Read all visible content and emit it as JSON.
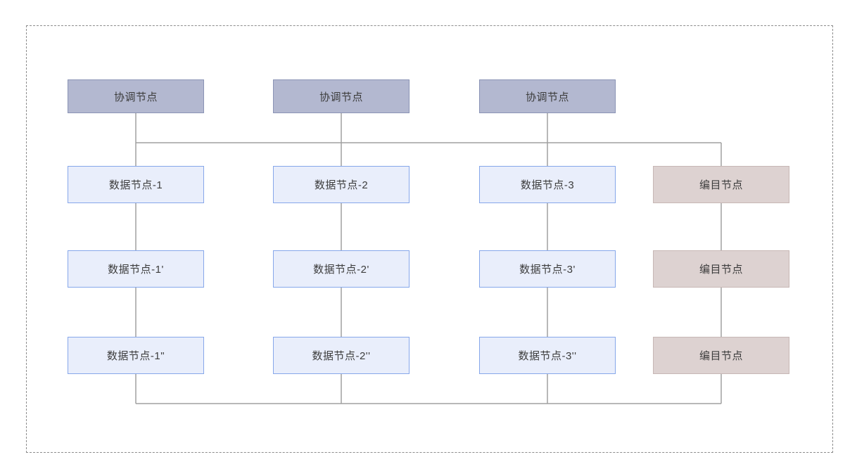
{
  "diagram": {
    "title": "distributed-cluster-topology",
    "nodes": {
      "coordinators": [
        "协调节点",
        "协调节点",
        "协调节点"
      ],
      "data_nodes": [
        [
          "数据节点-1",
          "数据节点-2",
          "数据节点-3"
        ],
        [
          "数据节点-1'",
          "数据节点-2'",
          "数据节点-3'"
        ],
        [
          "数据节点-1\"",
          "数据节点-2''",
          "数据节点-3''"
        ]
      ],
      "catalog_nodes": [
        "编目节点",
        "编目节点",
        "编目节点"
      ]
    },
    "colors": {
      "coordinator_fill": "#b3b8d0",
      "coordinator_border": "#8a93b5",
      "data_fill": "#e9eefb",
      "data_border": "#86a7ea",
      "catalog_fill": "#ddd2d1",
      "catalog_border": "#c7b7b5",
      "connector_line": "#a0a0a0",
      "outer_dashed_border": "#8c8c8c",
      "text": "#3d3d3d"
    }
  }
}
